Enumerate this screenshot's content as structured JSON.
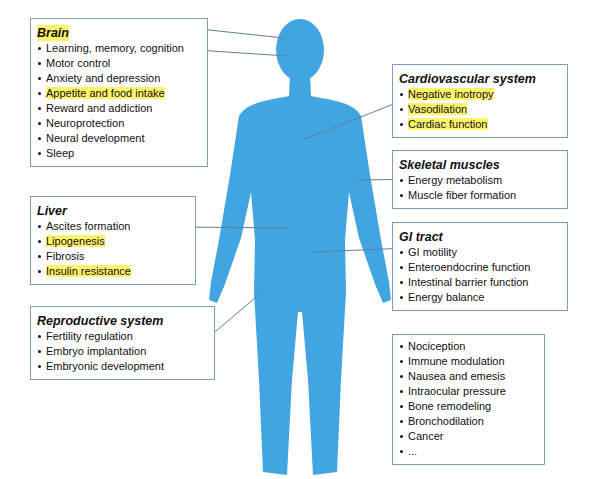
{
  "diagram": {
    "nodes": [
      {
        "text": [
          "Brain",
          "Learning, memory, cognition",
          "Motor control",
          "Anxiety and depression",
          "Appetite and food intake",
          "Reward and addiction",
          "Neuroprotection",
          "Neural development",
          "Sleep"
        ]
      },
      {
        "text": [
          "Cardiovascular system",
          "Negative inotropy",
          "Vasodilation",
          "Cardiac function"
        ]
      },
      {
        "text": [
          "Skeletal muscles",
          "Energy metabolism",
          "Muscle fiber formation"
        ]
      },
      {
        "text": [
          "Liver",
          "Ascites formation",
          "Lipogenesis",
          "Fibrosis",
          "Insulin resistance"
        ]
      },
      {
        "text": [
          "GI tract",
          "GI motility",
          "Enteroendocrine function",
          "Intestinal barrier function",
          "Energy balance"
        ]
      },
      {
        "text": [
          "Reproductive system",
          "Fertility regulation",
          "Embryo implantation",
          "Embryonic development"
        ]
      },
      {
        "text": [
          "Nociception",
          "Immune modulation",
          "Nausea and emesis",
          "Intraocular pressure",
          "Bone remodeling",
          "Bronchodilation",
          "Cancer",
          "..."
        ]
      }
    ]
  }
}
